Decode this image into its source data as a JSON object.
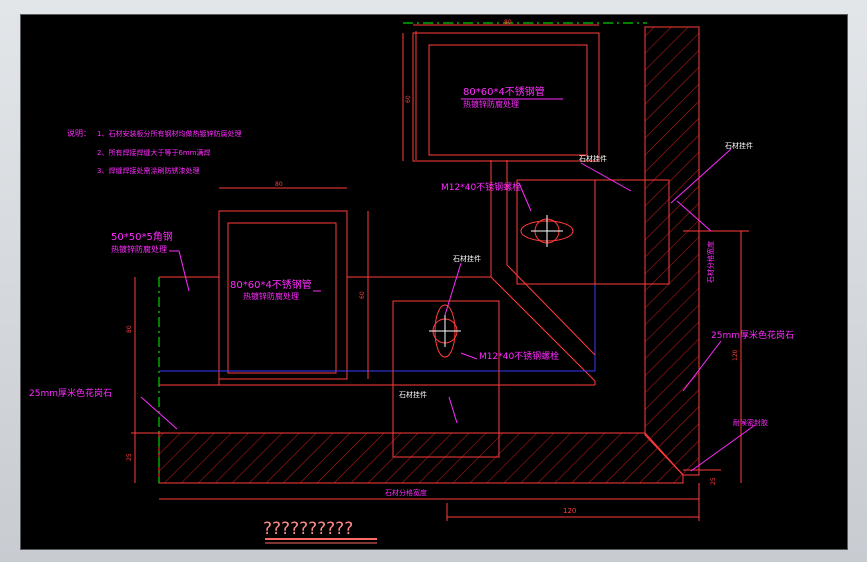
{
  "notes": {
    "heading": "说明：",
    "items": [
      "1、石材安装板分所有钢材均做热镀锌防腐处理",
      "2、所有焊接焊缝大于等于6mm满焊",
      "3、焊缝焊接处需涂刷防锈漆处理"
    ]
  },
  "labels": {
    "tube_top_1": "80*60*4不锈钢管",
    "tube_top_2": "热镀锌防腐处理",
    "tube_mid_1": "80*60*4不锈钢管",
    "tube_mid_2": "热镀锌防腐处理",
    "angle_1": "50*50*5角钢",
    "angle_2": "热镀锌防腐处理",
    "bolt_top": "M12*40不锈钢螺栓",
    "bolt_mid": "M12*40不锈钢螺栓",
    "stone_bracket_top": "石材挂件",
    "stone_bracket_mid": "石材挂件",
    "stone_bracket_bottom": "石材挂件",
    "stone_bracket_right": "石材挂件",
    "stone_left": "25mm厚米色花岗石",
    "stone_right": "25mm厚米色花岗石",
    "stone_joint": "石材分格宽度",
    "sealant": "耐候密封胶",
    "vertical_joint": "石材分格宽度",
    "title": "??????????"
  },
  "dimensions": {
    "top_width": "80",
    "top_height": "60",
    "mid_width": "80",
    "mid_height": "60",
    "left_upper": "80",
    "left_lower": "25",
    "right_vertical": "120",
    "bottom_width": "120",
    "corner_small": "25"
  },
  "colors": {
    "background": "#000000",
    "outline": "#ff3b3b",
    "dark_outline": "#c81e1e",
    "hatch": "#b01818",
    "leader": "#ff2bff",
    "text_white": "#ffffff",
    "center_green": "#00ff00",
    "blue_line": "#3a3aff"
  }
}
